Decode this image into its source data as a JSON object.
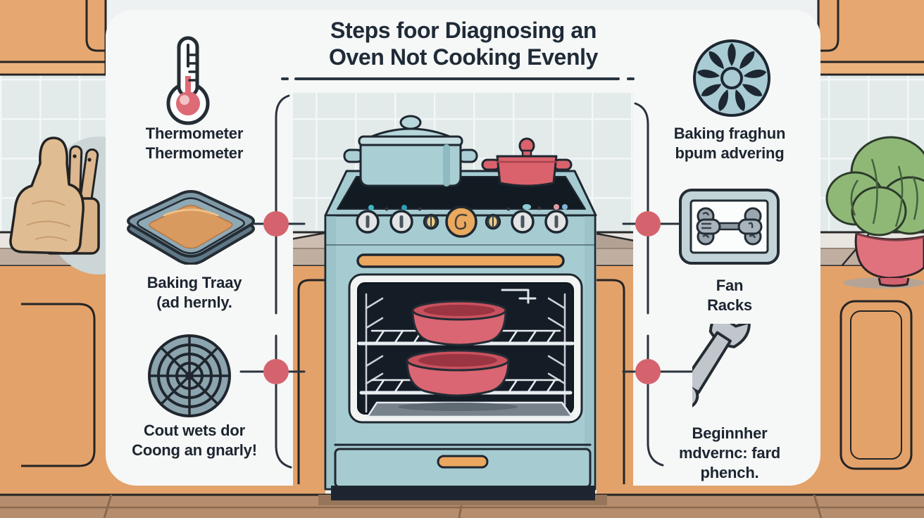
{
  "header": {
    "title_line1": "Steps foor Diagnosing an",
    "title_line2": "Oven Not Cooking Evenly"
  },
  "steps": {
    "left": [
      {
        "icon": "thermometer-icon",
        "lines": [
          "Thermometer",
          "Thermometer"
        ]
      },
      {
        "icon": "baking-tray-icon",
        "lines": [
          "Baking Traay",
          "(ad hernly."
        ]
      },
      {
        "icon": "burner-grate-icon",
        "lines": [
          "Cout wets dor",
          "Coong an gnarly!"
        ]
      }
    ],
    "right": [
      {
        "icon": "fan-icon",
        "lines": [
          "Baking fraghun",
          "bpum advering"
        ]
      },
      {
        "icon": "oven-racks-icon",
        "lines": [
          "Fan",
          "Racks"
        ]
      },
      {
        "icon": "wrench-icon",
        "lines": [
          "Beginnher",
          "mdvernc: fard",
          "phench."
        ]
      }
    ]
  },
  "colors": {
    "accent_red": "#d5636e",
    "stove_blue": "#a6ccd2",
    "cabinet_tan": "#e3a26a",
    "connector_ink": "#2a333d",
    "panel_white": "#f6f7f7",
    "bowl_red": "#d96672",
    "handle_orange": "#eba75f"
  }
}
